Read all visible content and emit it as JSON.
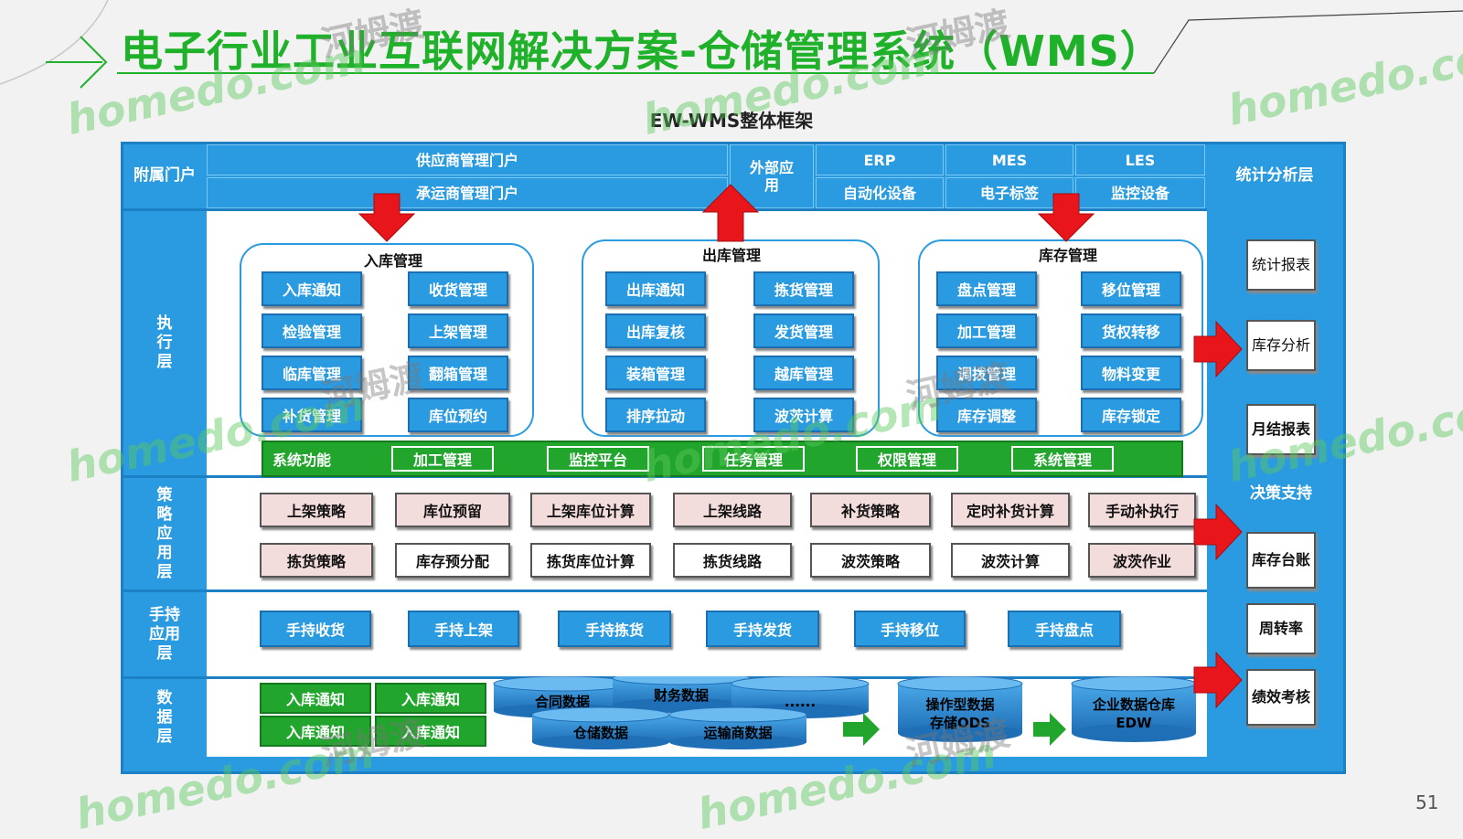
{
  "title": "电子行业工业互联网解决方案-仓储管理系统（WMS）",
  "subtitle": "EW-WMS整体框架",
  "page_number": "51",
  "watermark": {
    "latin": "homedo.com",
    "chinese": "河姆渡"
  },
  "colors": {
    "title_green": "#1fb12a",
    "frame_blue": "#2a9be0",
    "arrow_red": "#e8161b",
    "system_green": "#21a52c",
    "strategy_pink": "#f3dcdc"
  },
  "layers": {
    "portal": "附属门户",
    "execution": "执行层",
    "strategy": "策略应用层",
    "handheld": "手持应用层",
    "data": "数据层"
  },
  "top": {
    "supplier_portal": "供应商管理门户",
    "carrier_portal": "承运商管理门户",
    "external_app": "外部应用",
    "erp": "ERP",
    "mes": "MES",
    "les": "LES",
    "automation": "自动化设备",
    "etag": "电子标签",
    "monitor": "监控设备",
    "stats_layer": "统计分析层"
  },
  "inbound": {
    "title": "入库管理",
    "items": [
      "入库通知",
      "收货管理",
      "检验管理",
      "上架管理",
      "临库管理",
      "翻箱管理",
      "补货管理",
      "库位预约"
    ]
  },
  "outbound": {
    "title": "出库管理",
    "items": [
      "出库通知",
      "拣货管理",
      "出库复核",
      "发货管理",
      "装箱管理",
      "越库管理",
      "排序拉动",
      "波茨计算"
    ]
  },
  "inventory": {
    "title": "库存管理",
    "items": [
      "盘点管理",
      "移位管理",
      "加工管理",
      "货权转移",
      "调拨管理",
      "物料变更",
      "库存调整",
      "库存锁定"
    ]
  },
  "system": {
    "label": "系统功能",
    "items": [
      "加工管理",
      "监控平台",
      "任务管理",
      "权限管理",
      "系统管理"
    ]
  },
  "strategy": {
    "row1": [
      "上架策略",
      "库位预留",
      "上架库位计算",
      "上架线路",
      "补货策略",
      "定时补货计算",
      "手动补执行"
    ],
    "row2": [
      "拣货策略",
      "库存预分配",
      "拣货库位计算",
      "拣货线路",
      "波茨策略",
      "波茨计算",
      "波茨作业"
    ]
  },
  "handheld": {
    "items": [
      "手持收货",
      "手持上架",
      "手持拣货",
      "手持发货",
      "手持移位",
      "手持盘点"
    ]
  },
  "data_layer": {
    "green": [
      "入库通知",
      "入库通知",
      "入库通知",
      "入库通知"
    ],
    "db_top": [
      "合同数据",
      "财务数据",
      "......"
    ],
    "db_bottom": [
      "仓储数据",
      "运输商数据"
    ],
    "ods": [
      "操作型数据",
      "存储ODS"
    ],
    "edw": [
      "企业数据仓库",
      "EDW"
    ]
  },
  "stats": [
    "统计报表",
    "库存分析",
    "月结报表",
    "决策支持",
    "库存台账",
    "周转率",
    "绩效考核"
  ]
}
